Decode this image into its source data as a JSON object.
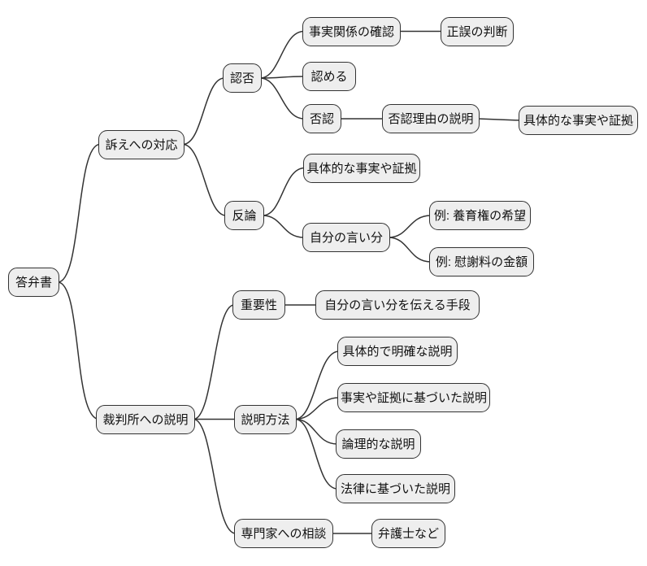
{
  "diagram": {
    "type": "mindmap",
    "colors": {
      "background": "#ffffff",
      "node_fill": "#eeeeee",
      "node_border": "#333333",
      "edge": "#333333",
      "text": "#111111"
    }
  },
  "mindmap": {
    "root": {
      "label": "答弁書",
      "children": [
        {
          "label": "訴えへの対応",
          "children": [
            {
              "label": "認否",
              "children": [
                {
                  "label": "事実関係の確認",
                  "children": [
                    {
                      "label": "正誤の判断"
                    }
                  ]
                },
                {
                  "label": "認める"
                },
                {
                  "label": "否認",
                  "children": [
                    {
                      "label": "否認理由の説明",
                      "children": [
                        {
                          "label": "具体的な事実や証拠"
                        }
                      ]
                    }
                  ]
                }
              ]
            },
            {
              "label": "反論",
              "children": [
                {
                  "label": "具体的な事実や証拠"
                },
                {
                  "label": "自分の言い分",
                  "children": [
                    {
                      "label": "例: 養育権の希望"
                    },
                    {
                      "label": "例: 慰謝料の金額"
                    }
                  ]
                }
              ]
            }
          ]
        },
        {
          "label": "裁判所への説明",
          "children": [
            {
              "label": "重要性",
              "children": [
                {
                  "label": "自分の言い分を伝える手段"
                }
              ]
            },
            {
              "label": "説明方法",
              "children": [
                {
                  "label": "具体的で明確な説明"
                },
                {
                  "label": "事実や証拠に基づいた説明"
                },
                {
                  "label": "論理的な説明"
                },
                {
                  "label": "法律に基づいた説明"
                }
              ]
            },
            {
              "label": "専門家への相談",
              "children": [
                {
                  "label": "弁護士など"
                }
              ]
            }
          ]
        }
      ]
    }
  }
}
